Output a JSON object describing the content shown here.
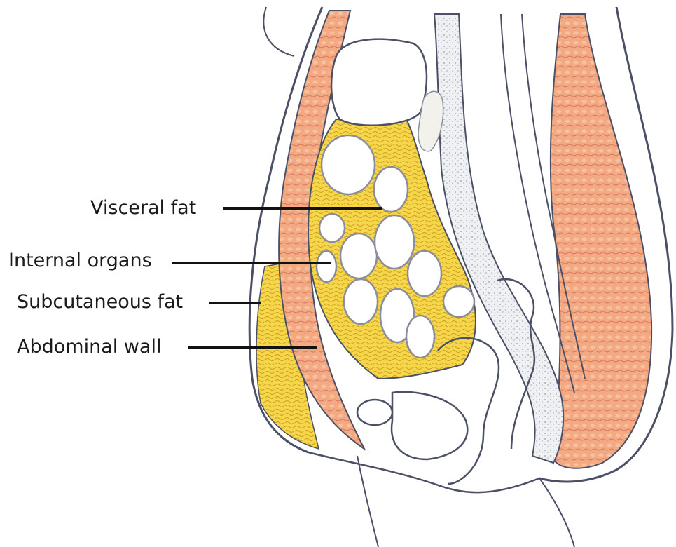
{
  "labels": {
    "visceral_fat": "Visceral fat",
    "internal_organs": "Internal organs",
    "subcutaneous_fat": "Subcutaneous fat",
    "abdominal_wall": "Abdominal wall"
  },
  "colors": {
    "outline": "#4b5066",
    "visceral_fat": "#f2d23a",
    "subcutaneous_fat": "#e8c12a",
    "muscle": "#f0a57c",
    "organ_fill": "#ffffff",
    "bone_fill": "#e9eaec",
    "leader_line": "#111111"
  }
}
